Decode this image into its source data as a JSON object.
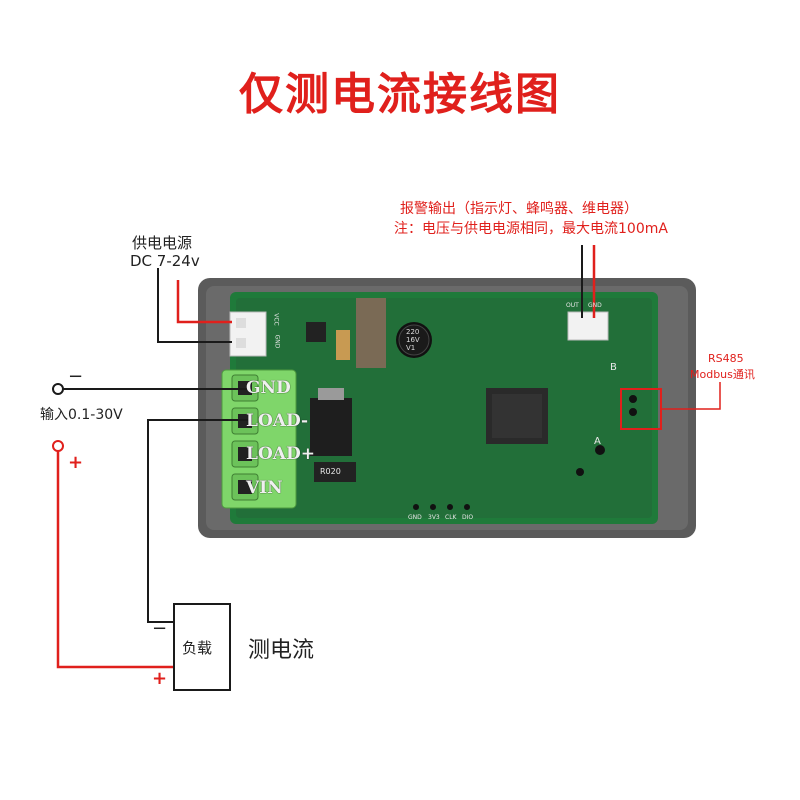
{
  "title": "仅测电流接线图",
  "colors": {
    "title": "#e0201c",
    "wire_red": "#e0201c",
    "wire_black": "#1a1a1a",
    "pcb": "#1f7a3a",
    "case": "#5b5b5b",
    "terminal": "#7fd66a"
  },
  "power_supply": {
    "line1": "供电电源",
    "line2": "DC 7-24v"
  },
  "alarm": {
    "line1": "报警输出（指示灯、蜂鸣器、维电器）",
    "line2": "注：电压与供电电源相同，最大电流100mA"
  },
  "rs485": {
    "line1": "RS485",
    "line2": "Modbus通讯"
  },
  "input": {
    "label": "输入0.1-30V",
    "minus": "−",
    "plus": "+"
  },
  "terminals": [
    "GND",
    "LOAD-",
    "LOAD+",
    "VIN"
  ],
  "load": {
    "box_label": "负载",
    "caption": "测电流",
    "minus": "−",
    "plus": "+"
  },
  "board_labels": {
    "power_pins": [
      "VCC",
      "GND"
    ],
    "alarm_pins": [
      "OUT",
      "GND"
    ],
    "rs485_pins": [
      "B",
      "A"
    ],
    "bottom_pins": [
      "GND",
      "3V3",
      "CLK",
      "DIO"
    ],
    "cap": [
      "220",
      "16V",
      "V1"
    ],
    "resistor": "R020"
  }
}
